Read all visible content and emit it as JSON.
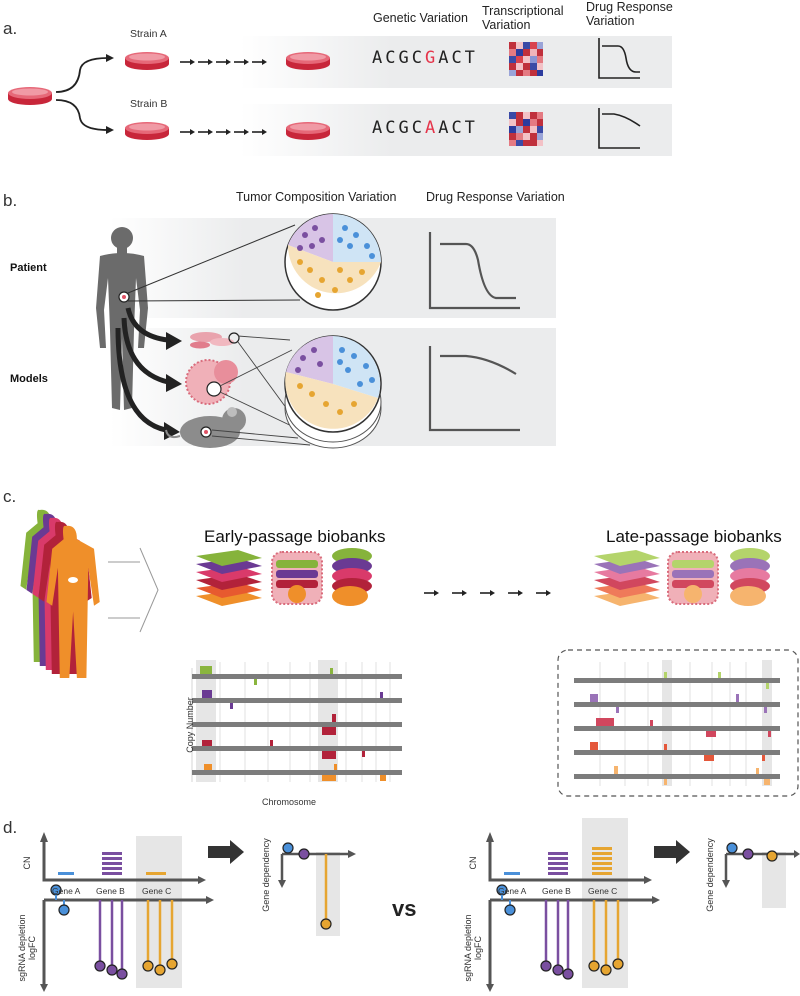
{
  "panel_a": {
    "letter": "a.",
    "strain_a": "Strain A",
    "strain_b": "Strain B",
    "col_genetic": "Genetic Variation",
    "col_transcriptional": "Transcriptional Variation",
    "col_drug": "Drug Response Variation",
    "seq_a": {
      "pre": "ACGC",
      "mut": "G",
      "post": "ACT"
    },
    "seq_b": {
      "pre": "ACGC",
      "mut": "A",
      "post": "ACT"
    }
  },
  "panel_b": {
    "letter": "b.",
    "col_tumor": "Tumor Composition Variation",
    "col_drug": "Drug Response Variation",
    "row_patient": "Patient",
    "row_models": "Models"
  },
  "panel_c": {
    "letter": "c.",
    "early": "Early-passage biobanks",
    "late": "Late-passage biobanks",
    "ylabel": "Copy Number",
    "xlabel": "Chromosome"
  },
  "panel_d": {
    "letter": "d.",
    "vs": "vs",
    "cn": "CN",
    "sgrna": "sgRNA depletion logFC",
    "gene_dependency": "Gene dependency",
    "gene_a": "Gene A",
    "gene_b": "Gene B",
    "gene_c": "Gene C"
  },
  "colors": {
    "panel_bg": "#ebeced",
    "mutation": "#e5344a",
    "dish": "#e05366",
    "blue": "#4a90d9",
    "purple": "#7a4fa0",
    "orange": "#e6a531",
    "gray_body": "#6b6b6b"
  }
}
